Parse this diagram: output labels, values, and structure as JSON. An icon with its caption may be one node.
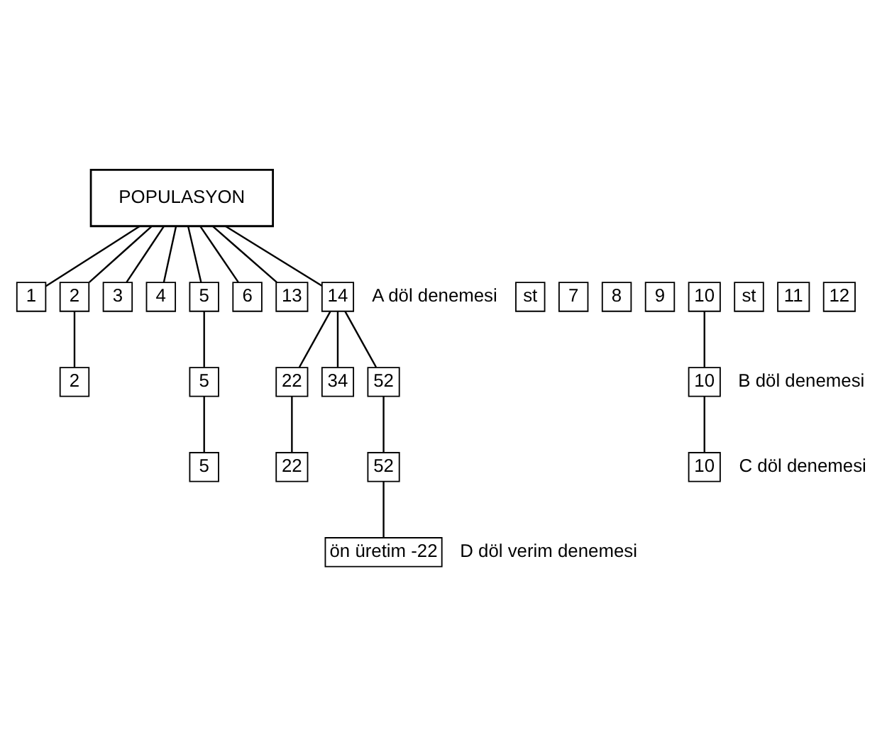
{
  "diagram": {
    "nodes": [
      {
        "text": [
          "POPULASYON"
        ]
      },
      {
        "text": [
          "st"
        ]
      },
      {
        "text": [
          "1"
        ]
      },
      {
        "text": [
          "2"
        ]
      },
      {
        "text": [
          "3"
        ]
      },
      {
        "text": [
          "4"
        ]
      },
      {
        "text": [
          "5"
        ]
      },
      {
        "text": [
          "6"
        ]
      },
      {
        "text": [
          "7"
        ]
      },
      {
        "text": [
          "8"
        ]
      },
      {
        "text": [
          "9"
        ]
      },
      {
        "text": [
          "10"
        ]
      },
      {
        "text": [
          "st"
        ]
      },
      {
        "text": [
          "11"
        ]
      },
      {
        "text": [
          "12"
        ]
      },
      {
        "text": [
          "13"
        ]
      },
      {
        "text": [
          "14"
        ]
      },
      {
        "text": [
          "2"
        ]
      },
      {
        "text": [
          "5"
        ]
      },
      {
        "text": [
          "10"
        ]
      },
      {
        "text": [
          "22"
        ]
      },
      {
        "text": [
          "34"
        ]
      },
      {
        "text": [
          "52"
        ]
      },
      {
        "text": [
          "5"
        ]
      },
      {
        "text": [
          "10"
        ]
      },
      {
        "text": [
          "22"
        ]
      },
      {
        "text": [
          "52"
        ]
      },
      {
        "text": [
          "ön üretim -22"
        ]
      }
    ],
    "edges": [
      {
        "from": 0,
        "to": 2,
        "arrow": "none"
      },
      {
        "from": 0,
        "to": 3,
        "arrow": "none"
      },
      {
        "from": 0,
        "to": 4,
        "arrow": "none"
      },
      {
        "from": 0,
        "to": 5,
        "arrow": "none"
      },
      {
        "from": 0,
        "to": 6,
        "arrow": "none"
      },
      {
        "from": 0,
        "to": 7,
        "arrow": "none"
      },
      {
        "from": 0,
        "to": 15,
        "arrow": "none"
      },
      {
        "from": 0,
        "to": 16,
        "arrow": "none"
      },
      {
        "from": 3,
        "to": 17,
        "arrow": "none"
      },
      {
        "from": 6,
        "to": 18,
        "arrow": "none"
      },
      {
        "from": 11,
        "to": 19,
        "arrow": "none"
      },
      {
        "from": 16,
        "to": 20,
        "arrow": "none"
      },
      {
        "from": 16,
        "to": 21,
        "arrow": "none"
      },
      {
        "from": 16,
        "to": 22,
        "arrow": "none"
      },
      {
        "from": 18,
        "to": 23,
        "arrow": "none"
      },
      {
        "from": 19,
        "to": 24,
        "arrow": "none"
      },
      {
        "from": 20,
        "to": 25,
        "arrow": "none"
      },
      {
        "from": 22,
        "to": 26,
        "arrow": "none"
      },
      {
        "from": 26,
        "to": 27,
        "arrow": "none"
      }
    ],
    "labels": [
      "A döl denemesi",
      "B döl denemesi",
      "C döl denemesi",
      "D döl verim denemesi"
    ]
  }
}
